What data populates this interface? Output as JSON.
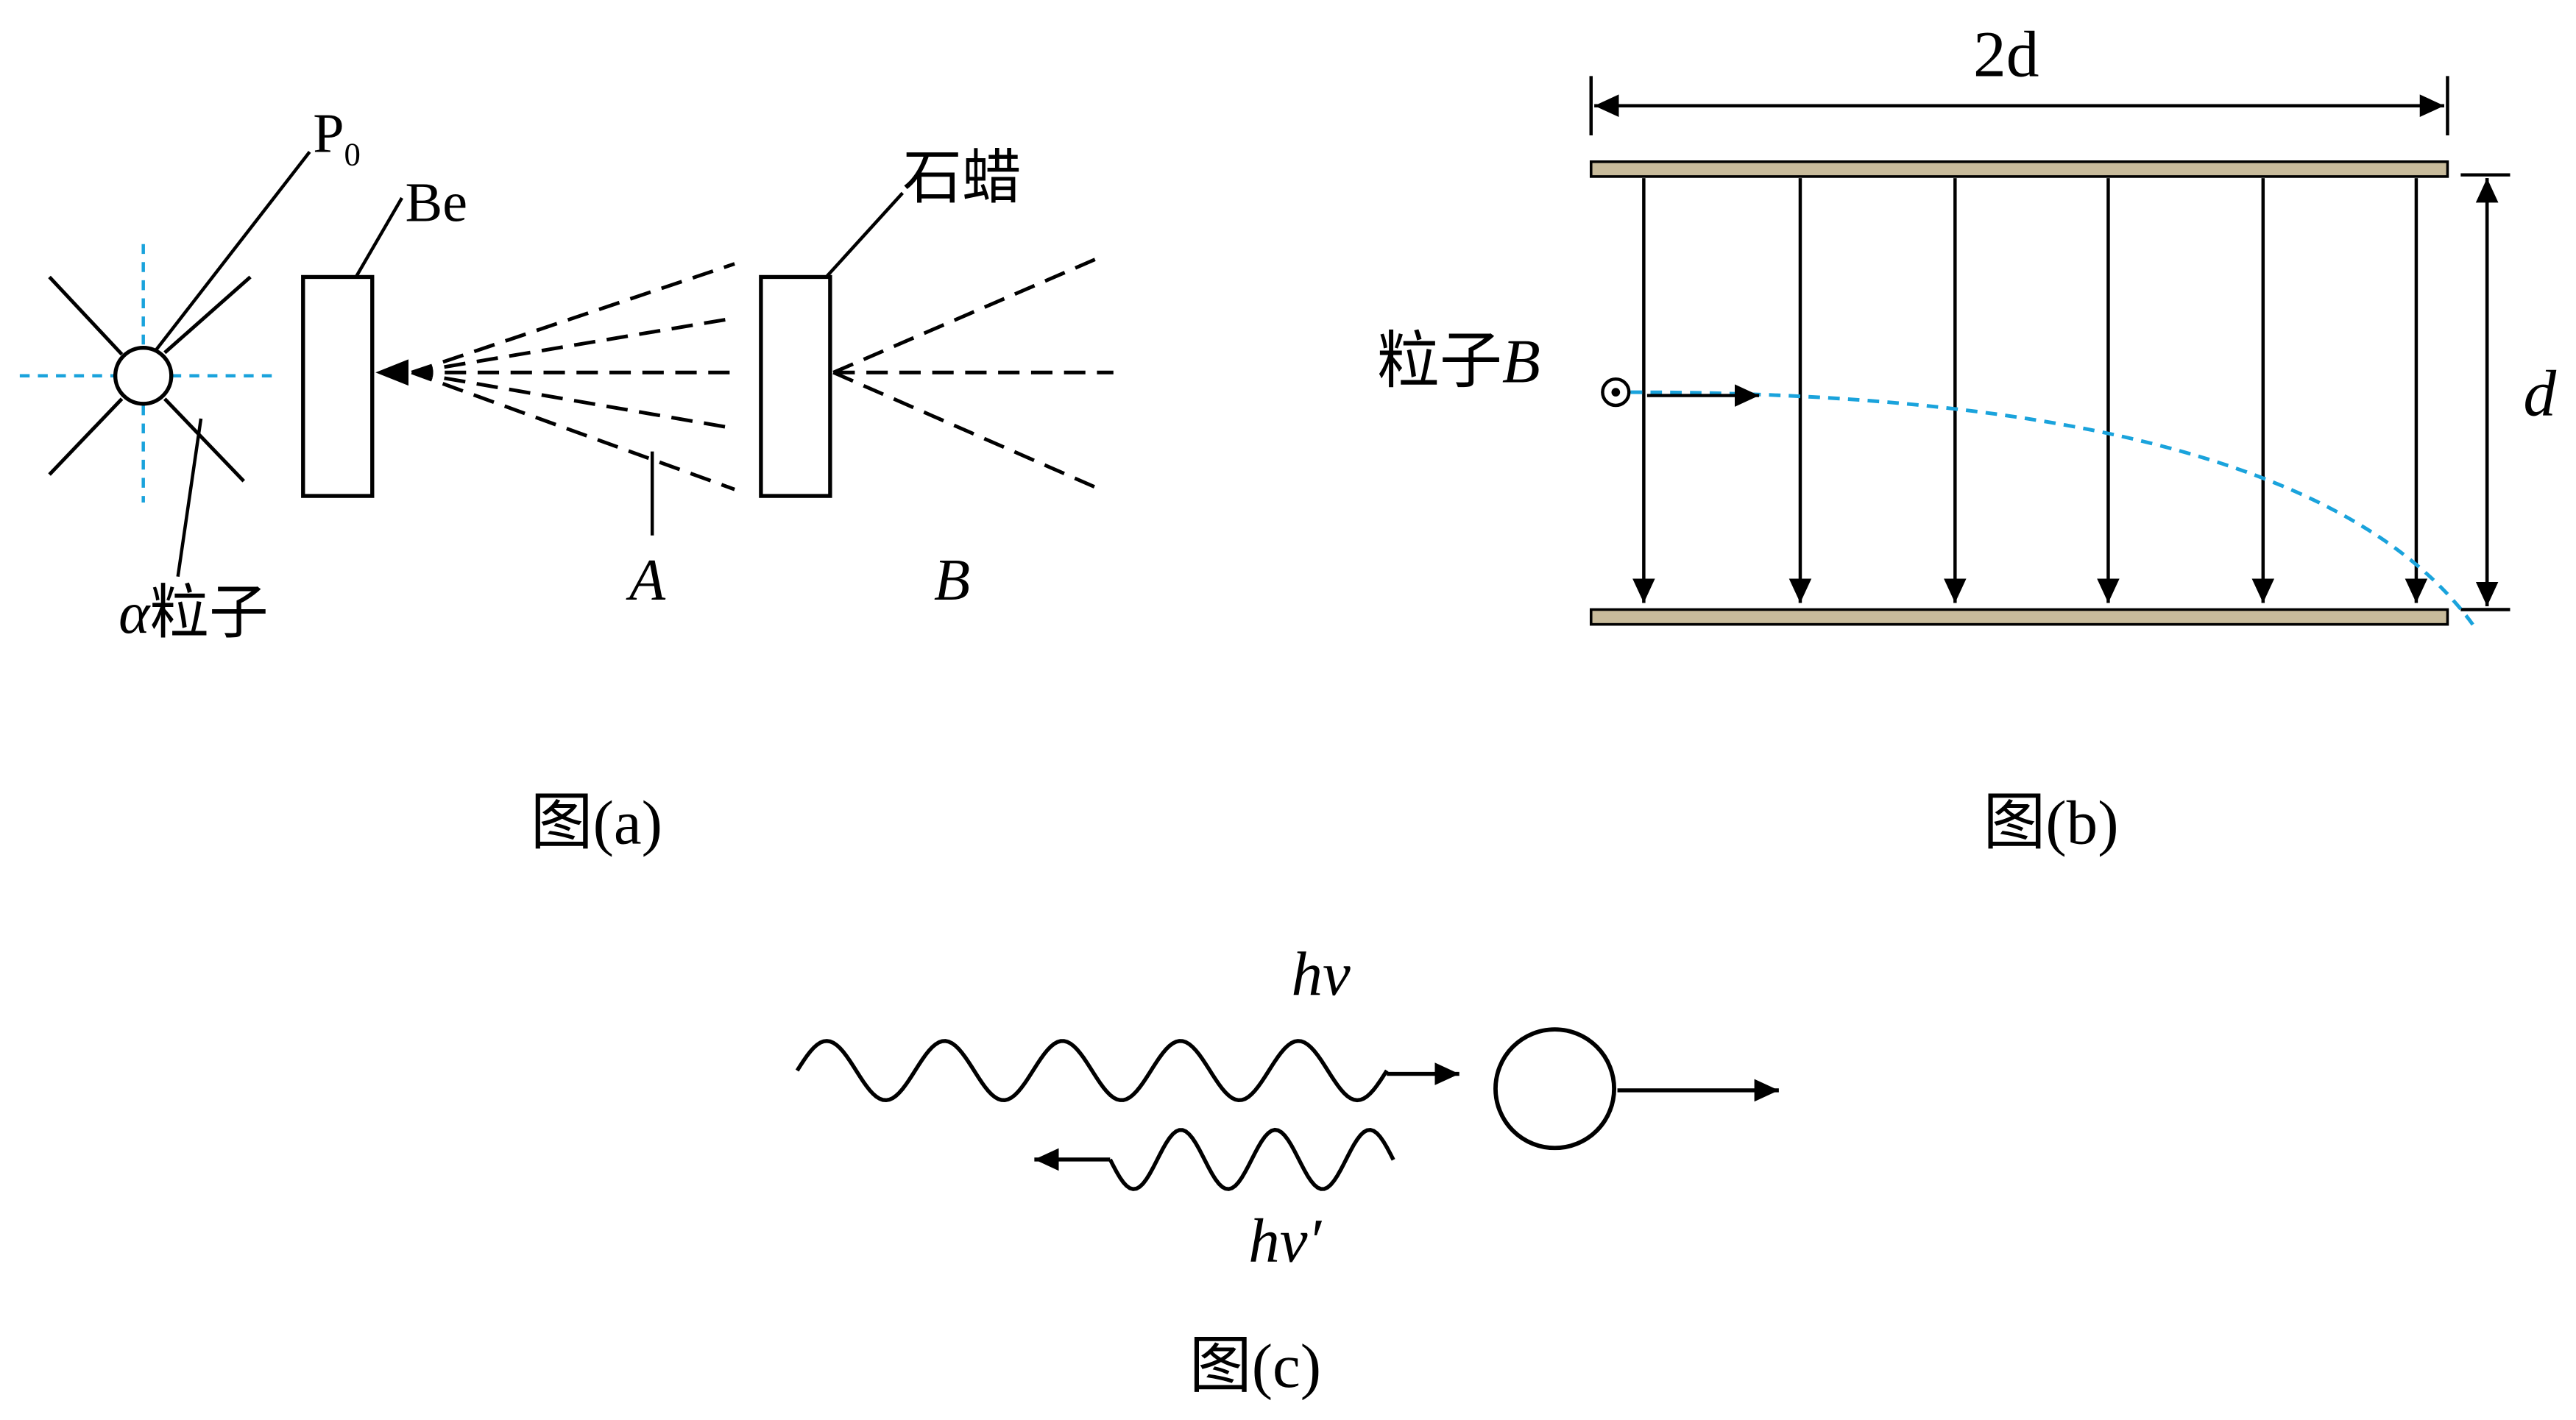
{
  "figure_a": {
    "source_label": "P",
    "source_subscript": "0",
    "target_label": "Be",
    "paraffin_label": "石蜡",
    "alpha_symbol": "α",
    "alpha_text": "粒子",
    "ray_a_label": "A",
    "ray_b_label": "B",
    "caption": "图(a)"
  },
  "figure_b": {
    "width_label": "2d",
    "height_label": "d",
    "particle_text": "粒子",
    "particle_symbol": "B",
    "caption": "图(b)"
  },
  "figure_c": {
    "incident_photon_label": "hν",
    "scattered_photon_label": "hν′",
    "caption": "图(c)"
  },
  "colors": {
    "line": "#000000",
    "dashed_blue": "#1aa3dc",
    "plate_fill": "#c8bb9b"
  }
}
